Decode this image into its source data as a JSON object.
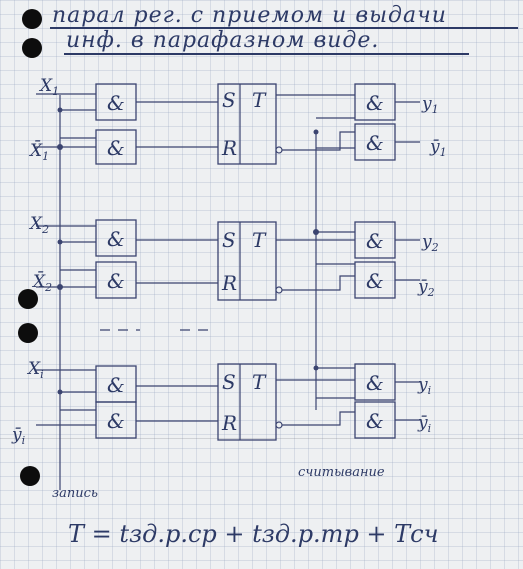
{
  "title": {
    "line1": "парал рег. с приемом и выдачи",
    "line2": "инф. в парафазном виде."
  },
  "gate_label": "&",
  "trigger": {
    "s": "S",
    "r": "R",
    "t": "T"
  },
  "inputs": [
    "X",
    "X̄",
    "X",
    "X̄",
    "X",
    "ȳ"
  ],
  "input_subscripts": [
    "1",
    "1",
    "2",
    "2",
    "i",
    "i"
  ],
  "outputs": [
    "y",
    "ȳ",
    "y",
    "ȳ",
    "y",
    "ȳ"
  ],
  "output_subscripts": [
    "1",
    "1",
    "2",
    "2",
    "i",
    "i"
  ],
  "control": {
    "write": "запись",
    "read": "считывание"
  },
  "formula": "T = tзд.р.ср + tзд.р.тр + Тсч"
}
